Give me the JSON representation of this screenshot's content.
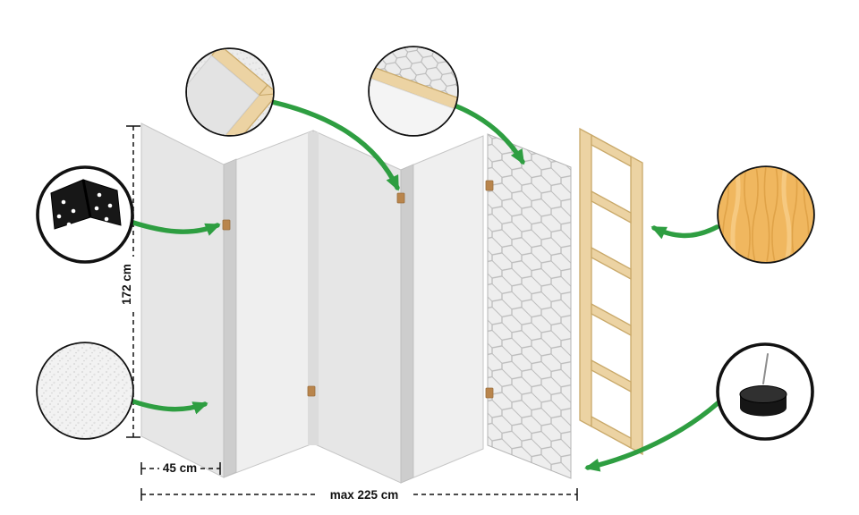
{
  "labels": {
    "height": "172 cm",
    "panel_width": "45 cm",
    "max_width": "max 225 cm"
  },
  "colors": {
    "arrow_green": "#2e9e41",
    "panel_light": "#efefef",
    "panel_mid": "#e6e6e6",
    "panel_edge": "#cdcdcd",
    "pattern_line": "#b9b9b9",
    "wood_frame": "#ecd3a3",
    "wood_frame_edge": "#c9a96a",
    "wood_texture": "#f0b75f",
    "wood_grain": "#d89a3e",
    "hinge_tan": "#b9854c",
    "fabric_bg": "#f2f2f2",
    "black": "#111111"
  },
  "icons": {
    "hinge": "hinge-icon",
    "fabric": "fabric-texture-icon",
    "frame_corner": "frame-corner-icon",
    "pattern_corner": "pattern-corner-icon",
    "wood": "wood-texture-icon",
    "foot": "foot-glide-icon"
  }
}
